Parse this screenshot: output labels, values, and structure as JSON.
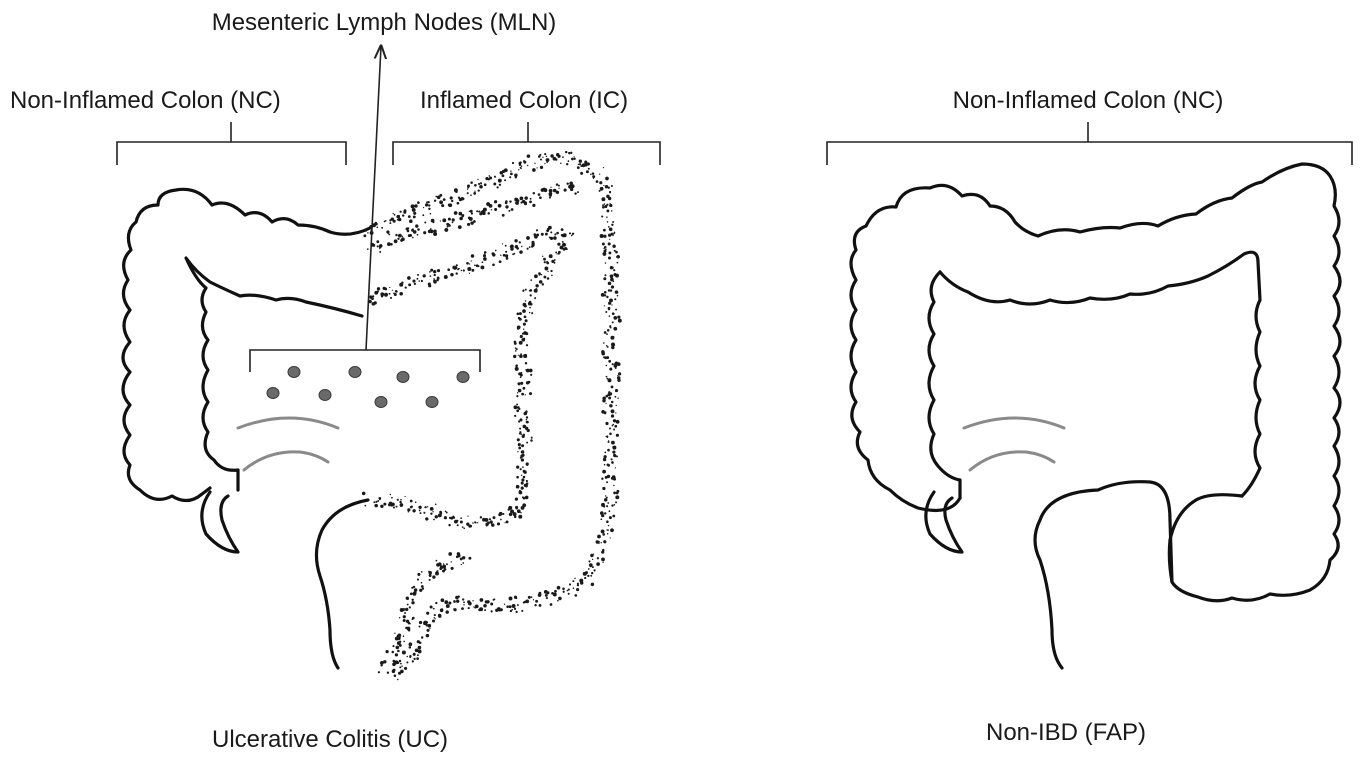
{
  "labels": {
    "mln": "Mesenteric Lymph Nodes (MLN)",
    "uc_non_inflamed": "Non-Inflamed  Colon (NC)",
    "uc_inflamed": "Inflamed  Colon (IC)",
    "fap_non_inflamed": "Non-Inflamed  Colon (NC)",
    "uc_caption": "Ulcerative Colitis (UC)",
    "fap_caption": "Non-IBD (FAP)"
  },
  "colors": {
    "outline": "#111111",
    "vessel": "#8a8a8a",
    "lymph_node": "#6a6a6a",
    "inflammation_speckle": "#1a1a1a"
  }
}
